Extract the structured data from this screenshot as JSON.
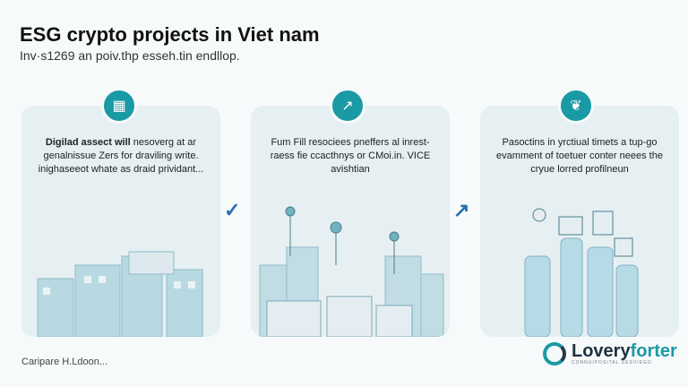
{
  "header": {
    "title": "ESG crypto projects in  Viet nam",
    "subtitle": "Inv·s1269 an poiv.thp esseh.tin endllop."
  },
  "cards": [
    {
      "icon": "building-icon",
      "bold": "Digilad assect will",
      "text": " nesoverg at ar genalnissue Zers for draviling write. inighaseeot whate as draid prividant..."
    },
    {
      "icon": "chart-icon",
      "text": "Fum Fill resociees pneffers al inrest-raess fie ccacthnys or CMoi.in. VICE avishtian"
    },
    {
      "icon": "leaf-icon",
      "text": "Pasoctins in yrctiual timets a tup-go evamment of toetuer conter neees the cryue lorred profilneun"
    }
  ],
  "footer": {
    "caption": "Caripare H.Ldoon..."
  },
  "logo": {
    "name_a": "Lovery",
    "name_b": "forter",
    "tagline": "CONNUIPOSITAL DESVIEGO"
  },
  "colors": {
    "accent": "#1a9aa5",
    "arrow": "#2a6fb0"
  }
}
